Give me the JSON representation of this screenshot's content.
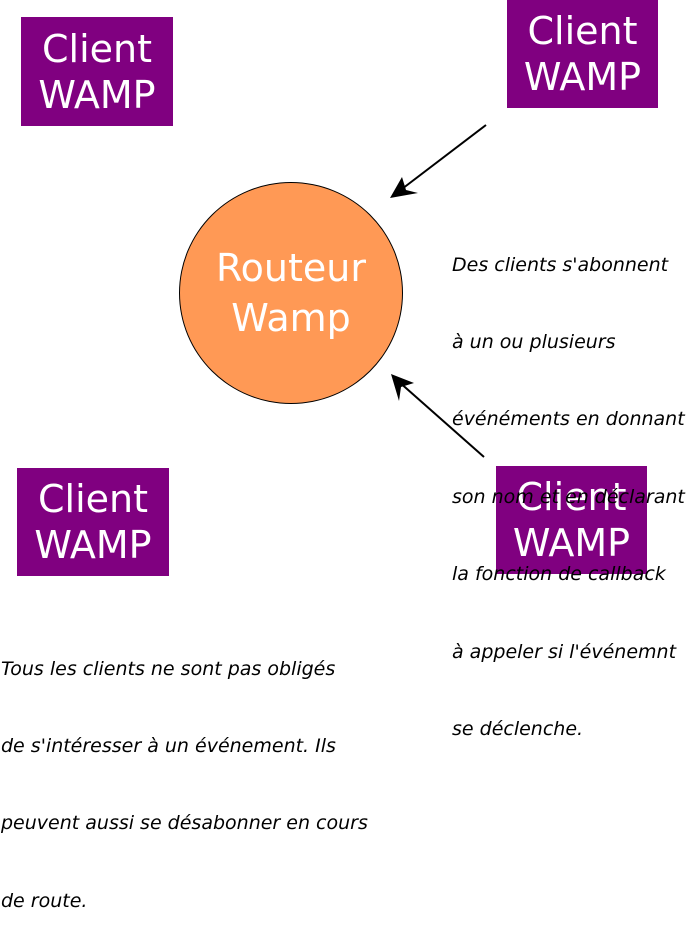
{
  "clients": {
    "top_left": {
      "line1": "Client",
      "line2": "WAMP"
    },
    "top_right": {
      "line1": "Client",
      "line2": "WAMP"
    },
    "bottom_left": {
      "line1": "Client",
      "line2": "WAMP"
    },
    "bottom_right": {
      "line1": "Client",
      "line2": "WAMP"
    }
  },
  "router": {
    "line1": "Routeur",
    "line2": "Wamp"
  },
  "notes": {
    "subscribe": [
      "Des clients s'abonnent",
      "à un ou plusieurs",
      "événéments en donnant",
      "son nom et en déclarant",
      "la fonction de callback",
      "à appeler si l'événemnt",
      "se déclenche."
    ],
    "optional": [
      "Tous les clients ne sont pas obligés",
      "de s'intéresser à un événement. Ils",
      "peuvent aussi se désabonner en cours",
      "de route."
    ]
  },
  "colors": {
    "client_box": "#800080",
    "router_fill": "#ff9955",
    "text_on_shapes": "#ffffff"
  }
}
